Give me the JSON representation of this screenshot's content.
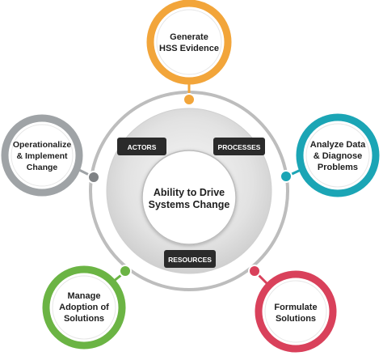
{
  "center": {
    "title_line1": "Ability to Drive",
    "title_line2": "Systems Change"
  },
  "tags": {
    "actors": "ACTORS",
    "processes": "PROCESSES",
    "resources": "RESOURCES"
  },
  "nodes": {
    "generate": {
      "line1": "Generate",
      "line2": "HSS Evidence",
      "color": "#F2A53A"
    },
    "analyze": {
      "line1": "Analyze Data",
      "line2": "& Diagnose",
      "line3": "Problems",
      "color": "#1BA5B5"
    },
    "formulate": {
      "line1": "Formulate",
      "line2": "Solutions",
      "color": "#D9415B"
    },
    "manage": {
      "line1": "Manage",
      "line2": "Adoption of",
      "line3": "Solutions",
      "color": "#6BB444"
    },
    "operationalize": {
      "line1": "Operationalize",
      "line2": "& Implement",
      "line3": "Change",
      "color": "#9FA3A6"
    }
  },
  "colors": {
    "ring": "#BDBDBD",
    "tag_bg": "#2B2B2B",
    "text": "#1E1E1E"
  }
}
